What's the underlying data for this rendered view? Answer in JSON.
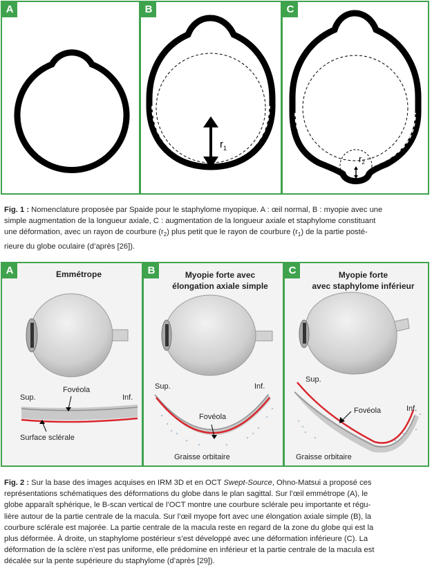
{
  "figure1": {
    "panels": [
      {
        "letter": "A"
      },
      {
        "letter": "B",
        "r_label": "r",
        "r_sub": "1"
      },
      {
        "letter": "C",
        "r_label": "r",
        "r_sub": "2"
      }
    ],
    "caption": {
      "label": "Fig. 1 :",
      "line1": "Nomenclature proposée par Spaide pour le staphylome myopique. A : œil normal, B : myopie avec une",
      "line2": "simple augmentation de la longueur axiale, C : augmentation de la longueur axiale et staphylome constituant",
      "line3a": "une déformation, avec un rayon de courbure (r",
      "line3b": "2",
      "line3c": ") plus petit que le rayon de courbure (r",
      "line3d": "1",
      "line3e": ") de la partie posté-",
      "line4": "rieure du globe oculaire (d’après [26])."
    }
  },
  "figure2": {
    "panels": [
      {
        "letter": "A",
        "title": "Emmétrope",
        "labels": {
          "sup": "Sup.",
          "inf": "Inf.",
          "foveola": "Fovéola",
          "sclera": "Surface sclérale"
        }
      },
      {
        "letter": "B",
        "title1": "Myopie forte avec",
        "title2": "élongation axiale simple",
        "labels": {
          "sup": "Sup.",
          "inf": "Inf.",
          "foveola": "Fovéola",
          "fat": "Graisse orbitaire"
        }
      },
      {
        "letter": "C",
        "title1": "Myopie forte",
        "title2": "avec staphylome inférieur",
        "labels": {
          "sup": "Sup.",
          "inf": "Inf.",
          "foveola": "Fovéola",
          "fat": "Graisse orbitaire"
        }
      }
    ],
    "caption": {
      "label": "Fig. 2 :",
      "l1a": "Sur la base des images acquises en IRM 3D et en OCT ",
      "l1b": "Swept-Source",
      "l1c": ", Ohno-Matsui a proposé ces",
      "l2": "représentations schématiques des déformations du globe dans le plan sagittal. Sur l’œil emmétrope (A), le",
      "l3": "globe apparaît sphérique, le B-scan vertical de l’OCT montre une courbure sclérale peu importante et régu-",
      "l4": "lière autour de la partie centrale de la macula. Sur l’œil myope fort avec une élongation axiale simple (B), la",
      "l5": "courbure sclérale est majorée. La partie centrale de la macula reste en regard de la zone du globe qui est la",
      "l6": "plus déformée. À droite, un staphylome postérieur s’est développé avec une déformation inférieure (C). La",
      "l7": "déformation de la sclère n’est pas uniforme, elle prédomine en inférieur et la partie centrale de la macula est",
      "l8": "décalée sur la pente supérieure du staphylome (d’après [29])."
    }
  },
  "colors": {
    "accent": "#3fa34d",
    "oct_line": "#d9252b"
  }
}
